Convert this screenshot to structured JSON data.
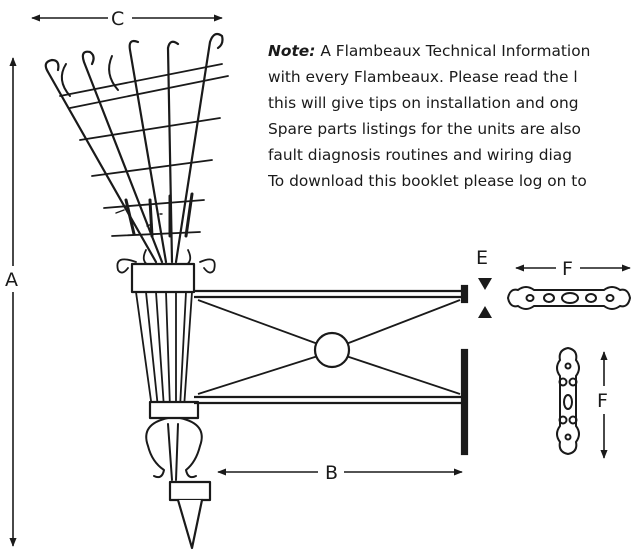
{
  "note": {
    "label": "Note:",
    "lines": [
      "A Flambeaux Technical Information",
      "with every Flambeaux. Please read the l",
      "this will give tips on installation and ong",
      "Spare parts listings for the units are also",
      "fault diagnosis routines and wiring diag",
      "To download this booklet please log on to"
    ]
  },
  "dimensions": {
    "A": "A",
    "B": "B",
    "C": "C",
    "E": "E",
    "F_horizontal": "F",
    "F_vertical": "F"
  },
  "colors": {
    "ink": "#1a1a1a",
    "background": "#ffffff"
  }
}
